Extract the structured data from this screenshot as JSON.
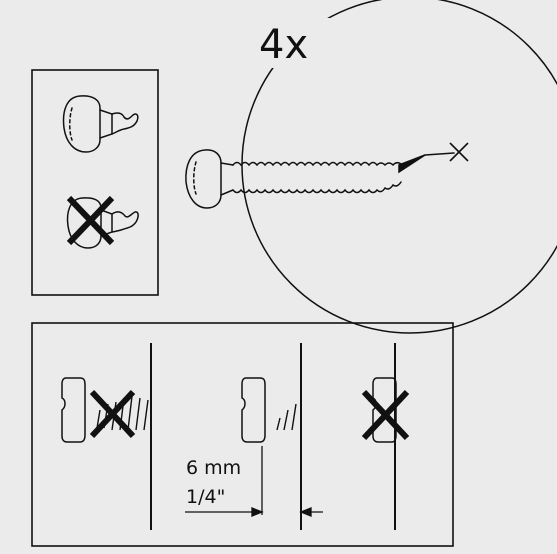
{
  "diagram": {
    "quantity_label": "4x",
    "distance_mm": "6 mm",
    "distance_in": "1/4\"",
    "icons": {
      "screw": "screw-icon",
      "wrong_mark": "cross-out-icon",
      "target_point": "target-x-icon"
    },
    "colors": {
      "background": "#ebebeb",
      "ink": "#111111"
    }
  }
}
